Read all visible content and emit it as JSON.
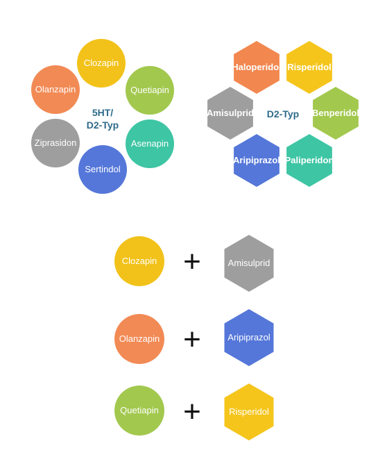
{
  "circle_group": {
    "center_label_line1": "5HT/",
    "center_label_line2": "D2-Typ",
    "items": [
      {
        "label": "Clozapin",
        "color": "#f2c21a"
      },
      {
        "label": "Quetiapin",
        "color": "#a2c84e"
      },
      {
        "label": "Asenapin",
        "color": "#3ec5a4"
      },
      {
        "label": "Sertindol",
        "color": "#5577d9"
      },
      {
        "label": "Ziprasidon",
        "color": "#9e9e9e"
      },
      {
        "label": "Olanzapin",
        "color": "#f28a55"
      }
    ]
  },
  "hex_group": {
    "center_label": "D2-Typ",
    "items": [
      {
        "label": "Haloperidol",
        "color": "#f2874f"
      },
      {
        "label": "Risperidol",
        "color": "#f5c51c"
      },
      {
        "label": "Benperidol",
        "color": "#a2c84e"
      },
      {
        "label": "Paliperidon",
        "color": "#3ec5a4"
      },
      {
        "label": "Aripiprazol",
        "color": "#5577d9"
      },
      {
        "label": "Amisulprid",
        "color": "#9e9e9e"
      }
    ]
  },
  "combinations": [
    {
      "left": {
        "label": "Clozapin",
        "color": "#f2c21a"
      },
      "operator": "+",
      "right": {
        "label": "Amisulprid",
        "color": "#9e9e9e"
      }
    },
    {
      "left": {
        "label": "Olanzapin",
        "color": "#f28a55"
      },
      "operator": "+",
      "right": {
        "label": "Aripiprazol",
        "color": "#5577d9"
      }
    },
    {
      "left": {
        "label": "Quetiapin",
        "color": "#a2c84e"
      },
      "operator": "+",
      "right": {
        "label": "Risperidol",
        "color": "#f5c51c"
      }
    }
  ]
}
